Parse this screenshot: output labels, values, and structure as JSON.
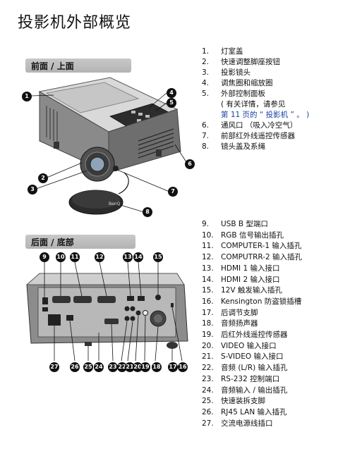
{
  "title": "投影机外部概览",
  "front": {
    "heading": "前面 / 上面",
    "callouts": [
      "1",
      "2",
      "3",
      "4",
      "5",
      "6",
      "7",
      "8"
    ],
    "items": [
      {
        "num": "1.",
        "label": "灯室盖"
      },
      {
        "num": "2.",
        "label": "快速调整脚座按钮"
      },
      {
        "num": "3.",
        "label": "投影镜头"
      },
      {
        "num": "4.",
        "label": "调焦圈和缩放圈"
      },
      {
        "num": "5.",
        "label": "外部控制面板"
      }
    ],
    "note_line1": "( 有关详情，请参见",
    "note_line2": "第 11 页的 “ 投影机 ” 。 )",
    "items2": [
      {
        "num": "6.",
        "label": "通风口 （吸入冷空气）"
      },
      {
        "num": "7.",
        "label": "前部红外线遥控传感器"
      },
      {
        "num": "8.",
        "label": "镜头盖及系绳"
      }
    ],
    "lens_cap_brand": "BenQ"
  },
  "rear": {
    "heading": "后面 / 底部",
    "top_callouts": [
      "9",
      "10",
      "11",
      "12",
      "13",
      "14",
      "15"
    ],
    "bottom_callouts": [
      "27",
      "26",
      "25",
      "24",
      "23",
      "22",
      "21",
      "20",
      "19",
      "18",
      "17",
      "16"
    ],
    "items": [
      {
        "num": "9.",
        "label": "USB B 型端口"
      },
      {
        "num": "10.",
        "label": "RGB 信号输出插孔"
      },
      {
        "num": "11.",
        "label": "COMPUTER-1 输入插孔"
      },
      {
        "num": "12.",
        "label": "COMPUTRR-2 输入插孔"
      },
      {
        "num": "13.",
        "label": "HDMI 1 输入接口"
      },
      {
        "num": "14.",
        "label": "HDMI 2 输入接口"
      },
      {
        "num": "15.",
        "label": "12V 触发输入插孔"
      },
      {
        "num": "16.",
        "label": "Kensington 防盗锁插槽"
      },
      {
        "num": "17.",
        "label": "后调节支脚"
      },
      {
        "num": "18.",
        "label": "音频扬声器"
      },
      {
        "num": "19.",
        "label": "后红外线遥控传感器"
      },
      {
        "num": "20.",
        "label": "VIDEO 输入接口"
      },
      {
        "num": "21.",
        "label": "S-VIDEO 输入接口"
      },
      {
        "num": "22.",
        "label": "音频 (L/R) 输入插孔"
      },
      {
        "num": "23.",
        "label": "RS-232 控制端口"
      },
      {
        "num": "24.",
        "label": "音频输入 / 输出插孔"
      },
      {
        "num": "25.",
        "label": "快速装拆支脚"
      },
      {
        "num": "26.",
        "label": "RJ45 LAN 输入插孔"
      },
      {
        "num": "27.",
        "label": "交流电源线插口"
      }
    ]
  }
}
